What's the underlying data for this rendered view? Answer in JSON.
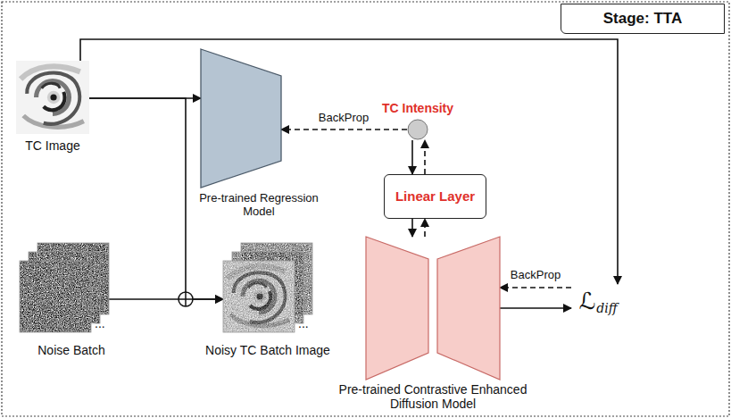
{
  "diagram": {
    "nodes": [
      {
        "text": [
          "Stage: TTA"
        ]
      },
      {
        "text": [
          "TC Image"
        ]
      },
      {
        "text": [
          "Pre-trained Regression Model"
        ]
      },
      {
        "text": [
          "TC Intensity"
        ]
      },
      {
        "text": [
          "Linear Layer"
        ]
      },
      {
        "text": [
          "Noise Batch"
        ]
      },
      {
        "text": [
          "Noisy TC Batch Image"
        ]
      },
      {
        "text": [
          "Pre-trained Contrastive Enhanced Diffusion Model"
        ]
      },
      {
        "text": [
          "ℒ",
          "diff"
        ]
      }
    ],
    "edges": [
      {
        "from": 1,
        "to": 2,
        "arrow": "to"
      },
      {
        "from": 1,
        "to": 6,
        "arrow": "to"
      },
      {
        "from": 1,
        "to": 8,
        "arrow": "to"
      },
      {
        "from": 5,
        "to": 6,
        "arrow": "to"
      },
      {
        "from": 3,
        "to": 2,
        "arrow": "to",
        "label": "BackProp"
      },
      {
        "from": 3,
        "to": 4,
        "arrow": "to"
      },
      {
        "from": 4,
        "to": 3,
        "arrow": "to"
      },
      {
        "from": 4,
        "to": 7,
        "arrow": "to"
      },
      {
        "from": 7,
        "to": 4,
        "arrow": "to"
      },
      {
        "from": 7,
        "to": 8,
        "arrow": "to"
      },
      {
        "from": 8,
        "to": 7,
        "arrow": "to",
        "label": "BackProp"
      }
    ],
    "labels": [
      "...",
      "..."
    ]
  }
}
